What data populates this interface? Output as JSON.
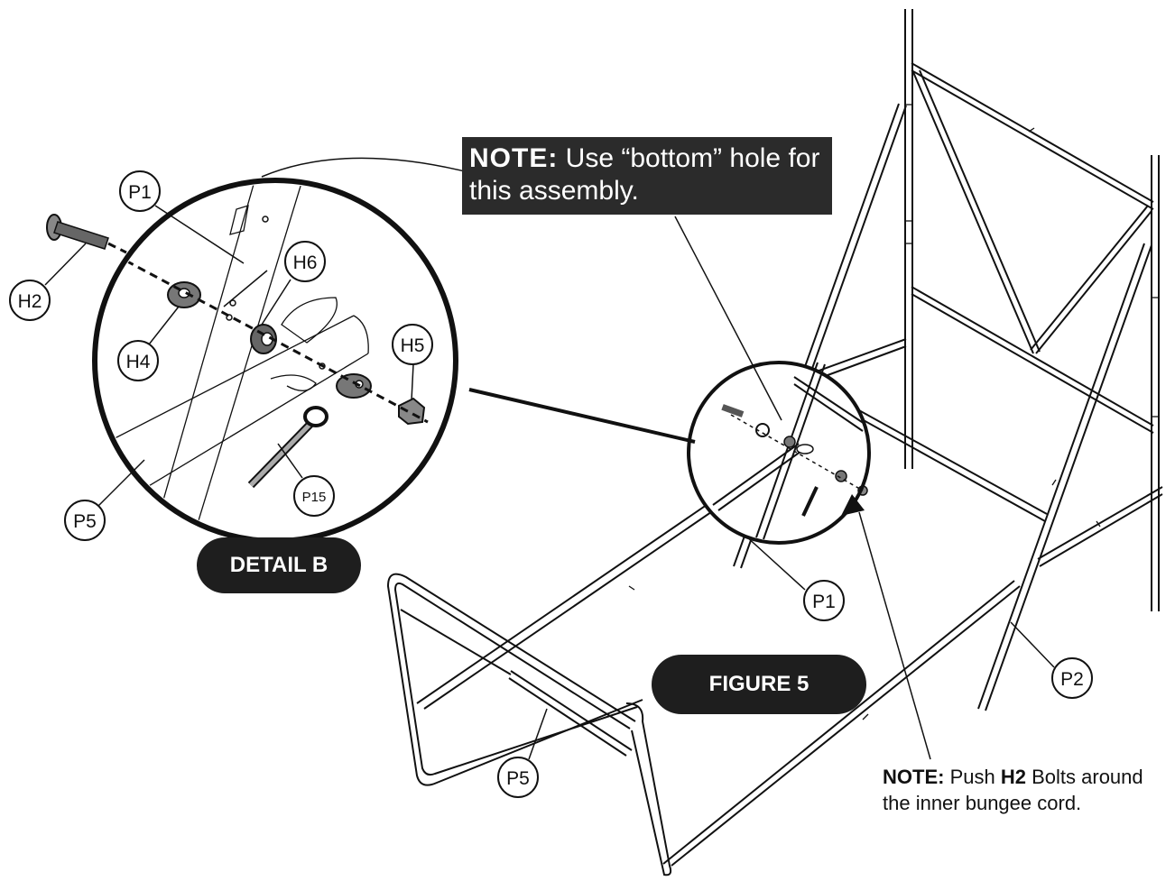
{
  "note_top": {
    "lead": "NOTE:",
    "text": "Use “bottom” hole for this assembly."
  },
  "detail_label": "DETAIL B",
  "figure_label": "FIGURE 5",
  "note_bottom": {
    "lead": "NOTE:",
    "text_1": "Push",
    "bolt": "H2",
    "text_2": "Bolts around the inner bungee cord."
  },
  "part_labels": {
    "p1_detail": "P1",
    "h2": "H2",
    "h6": "H6",
    "h4": "H4",
    "h5": "H5",
    "p15": "P15",
    "p5_detail": "P5",
    "p1_main": "P1",
    "p2": "P2",
    "p5_main": "P5"
  },
  "colors": {
    "ink": "#111111",
    "note_bg": "#2b2b2b",
    "pill_bg": "#1e1e1e",
    "paper": "#ffffff"
  }
}
